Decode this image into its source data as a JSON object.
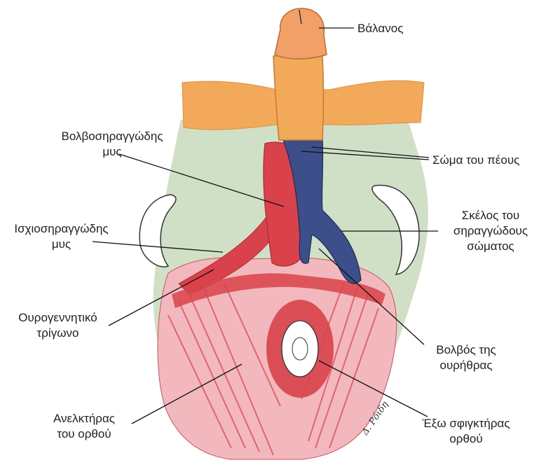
{
  "labels": {
    "glans": "Βάλανος",
    "body": "Σώμα του πέους",
    "bulbospongiosus_1": "Βολβοσηραγγώδης",
    "bulbospongiosus_2": "μυς",
    "ischiocavernosus_1": "Ισχιοσηραγγώδης",
    "ischiocavernosus_2": "μυς",
    "crus_1": "Σκέλος του",
    "crus_2": "σηραγγώδους",
    "crus_3": "σώματος",
    "urogenital_1": "Ουρογεννητικό",
    "urogenital_2": "τρίγωνο",
    "bulb_1": "Βολβός της",
    "bulb_2": "ουρήθρας",
    "levator_1": "Ανελκτήρας",
    "levator_2": "του ορθού",
    "sphincter_1": "Έξω σφιγκτήρας",
    "sphincter_2": "ορθού"
  },
  "signature": "Δ. Ρόιδη",
  "colors": {
    "skin": "#f2a95a",
    "green": "#cfe0c6",
    "muscle": "#d9424a",
    "muscle_light": "#f2b8bd",
    "cavernous": "#3c4f8a",
    "outline": "#333333"
  }
}
